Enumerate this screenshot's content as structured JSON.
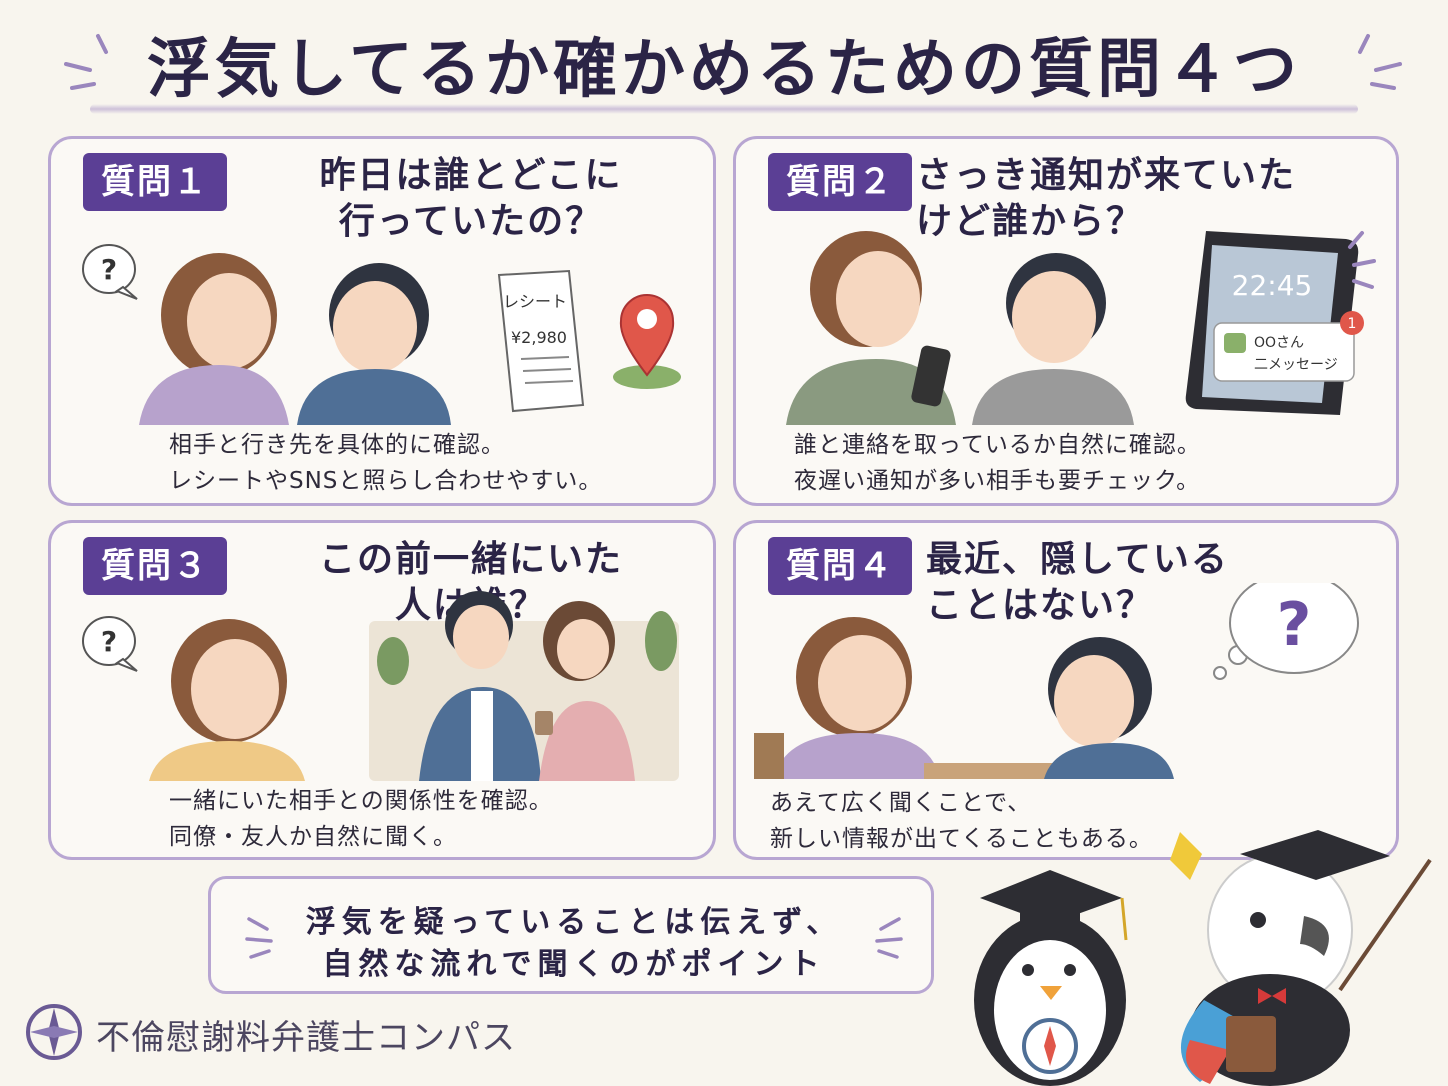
{
  "title": "浮気してるか確かめるための質問４つ",
  "cards": [
    {
      "badge": "質問１",
      "question_lines": [
        "昨日は誰とどこに",
        "行っていたの？"
      ],
      "desc_lines": [
        "相手と行き先を具体的に確認。",
        "レシートやSNSと照らし合わせやすい。"
      ],
      "receipt_title": "レシート",
      "receipt_amount": "¥2,980",
      "bubble": "?",
      "icons": [
        "question-bubble-icon",
        "receipt-icon",
        "map-pin-icon"
      ]
    },
    {
      "badge": "質問２",
      "question_lines": [
        "さっき通知が来ていた",
        "けど誰から？"
      ],
      "desc_lines": [
        "誰と連絡を取っているか自然に確認。",
        "夜遅い通知が多い相手も要チェック。"
      ],
      "phone_time": "22:45",
      "notif_name": "OOさん",
      "notif_text": "二メッセージ",
      "notif_count": "1",
      "icons": [
        "smartphone-icon",
        "message-icon"
      ]
    },
    {
      "badge": "質問３",
      "question_lines": [
        "この前一緒にいた",
        "人は誰？"
      ],
      "desc_lines": [
        "一緒にいた相手との関係性を確認。",
        "同僚・友人か自然に聞く。"
      ],
      "bubble": "?",
      "icons": [
        "question-bubble-icon",
        "plant-icon"
      ]
    },
    {
      "badge": "質問４",
      "question_lines": [
        "最近、隠している",
        "ことはない？"
      ],
      "desc_lines": [
        "あえて広く聞くことで、",
        "新しい情報が出てくることもある。"
      ],
      "bubble": "?",
      "icons": [
        "thought-bubble-icon"
      ]
    }
  ],
  "tip_lines": [
    "浮気を疑っていることは伝えず、",
    "自然な流れで聞くのがポイント"
  ],
  "logo_text": "不倫慰謝料弁護士コンパス",
  "colors": {
    "accent": "#5b3f95",
    "border": "#b8a6d2",
    "background": "#f8f5ee",
    "pin": "#e0574a"
  },
  "decor_icons": [
    "sparkle-icon",
    "compass-logo-icon",
    "penguin-mascot-icon",
    "parrot-mascot-icon",
    "graduation-cap-icon"
  ]
}
